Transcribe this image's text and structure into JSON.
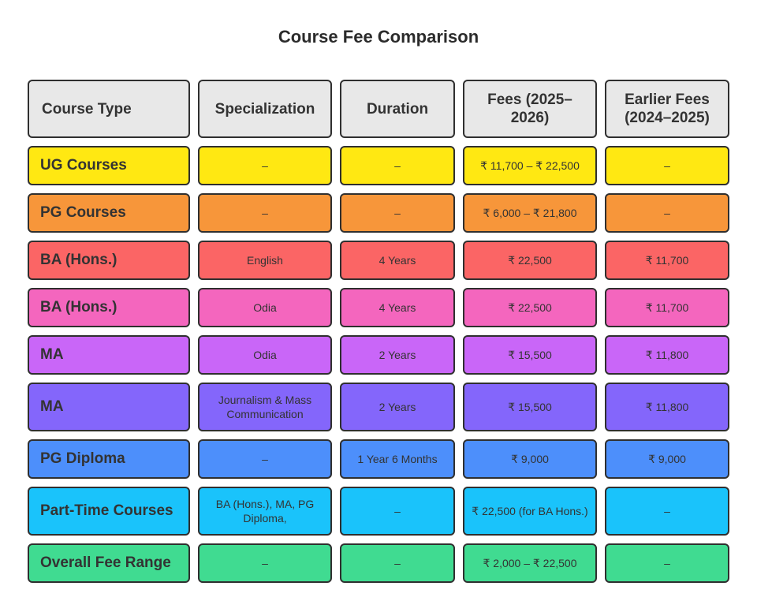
{
  "chart_data": {
    "type": "table",
    "title": "Course Fee Comparison",
    "columns": [
      "Course Type",
      "Specialization",
      "Duration",
      "Fees (2025–2026)",
      "Earlier Fees (2024–2025)"
    ],
    "rows": [
      {
        "course_type": "UG Courses",
        "specialization": "–",
        "duration": "–",
        "fees_2025_2026": "₹ 11,700 – ₹ 22,500",
        "earlier_fees_2024_2025": "–",
        "color": "#FFE812"
      },
      {
        "course_type": "PG Courses",
        "specialization": "–",
        "duration": "–",
        "fees_2025_2026": "₹ 6,000 – ₹ 21,800",
        "earlier_fees_2024_2025": "–",
        "color": "#F7963A"
      },
      {
        "course_type": "BA (Hons.)",
        "specialization": "English",
        "duration": "4 Years",
        "fees_2025_2026": "₹ 22,500",
        "earlier_fees_2024_2025": "₹ 11,700",
        "color": "#FB6565"
      },
      {
        "course_type": "BA (Hons.)",
        "specialization": "Odia",
        "duration": "4 Years",
        "fees_2025_2026": "₹ 22,500",
        "earlier_fees_2024_2025": "₹ 11,700",
        "color": "#F466BE"
      },
      {
        "course_type": "MA",
        "specialization": "Odia",
        "duration": "2 Years",
        "fees_2025_2026": "₹ 15,500",
        "earlier_fees_2024_2025": "₹ 11,800",
        "color": "#C966F8"
      },
      {
        "course_type": "MA",
        "specialization": "Journalism & Mass Communication",
        "duration": "2 Years",
        "fees_2025_2026": "₹ 15,500",
        "earlier_fees_2024_2025": "₹ 11,800",
        "color": "#8466FB"
      },
      {
        "course_type": "PG Diploma",
        "specialization": "–",
        "duration": "1 Year 6 Months",
        "fees_2025_2026": "₹ 9,000",
        "earlier_fees_2024_2025": "₹ 9,000",
        "color": "#4D8FFB"
      },
      {
        "course_type": "Part-Time Courses",
        "specialization": "BA (Hons.), MA, PG Diploma,",
        "duration": "–",
        "fees_2025_2026": "₹ 22,500 (for BA Hons.)",
        "earlier_fees_2024_2025": "–",
        "color": "#1AC3FB"
      },
      {
        "course_type": "Overall Fee Range",
        "specialization": "–",
        "duration": "–",
        "fees_2025_2026": "₹ 2,000 – ₹ 22,500",
        "earlier_fees_2024_2025": "–",
        "color": "#40DB91"
      }
    ]
  },
  "title": "Course Fee Comparison",
  "header": {
    "course_type": "Course Type",
    "specialization": "Specialization",
    "duration": "Duration",
    "fees_new": "Fees (2025–2026)",
    "fees_old": "Earlier Fees (2024–2025)",
    "color": "#E8E8E8"
  },
  "rows": [
    {
      "c0": "UG Courses",
      "c1": "–",
      "c2": "–",
      "c3": "₹ 11,700 – ₹ 22,500",
      "c4": "–"
    },
    {
      "c0": "PG Courses",
      "c1": "–",
      "c2": "–",
      "c3": "₹ 6,000 – ₹ 21,800",
      "c4": "–"
    },
    {
      "c0": "BA (Hons.)",
      "c1": "English",
      "c2": "4 Years",
      "c3": "₹ 22,500",
      "c4": "₹ 11,700"
    },
    {
      "c0": "BA (Hons.)",
      "c1": "Odia",
      "c2": "4 Years",
      "c3": "₹ 22,500",
      "c4": "₹ 11,700"
    },
    {
      "c0": "MA",
      "c1": "Odia",
      "c2": "2 Years",
      "c3": "₹ 15,500",
      "c4": "₹ 11,800"
    },
    {
      "c0": "MA",
      "c1": "Journalism & Mass Communication",
      "c2": "2 Years",
      "c3": "₹ 15,500",
      "c4": "₹ 11,800"
    },
    {
      "c0": "PG Diploma",
      "c1": "–",
      "c2": "1 Year 6 Months",
      "c3": "₹ 9,000",
      "c4": "₹ 9,000"
    },
    {
      "c0": "Part-Time Courses",
      "c1": "BA (Hons.), MA, PG Diploma,",
      "c2": "–",
      "c3": "₹ 22,500 (for BA Hons.)",
      "c4": "–"
    },
    {
      "c0": "Overall Fee Range",
      "c1": "–",
      "c2": "–",
      "c3": "₹ 2,000 – ₹ 22,500",
      "c4": "–"
    }
  ]
}
